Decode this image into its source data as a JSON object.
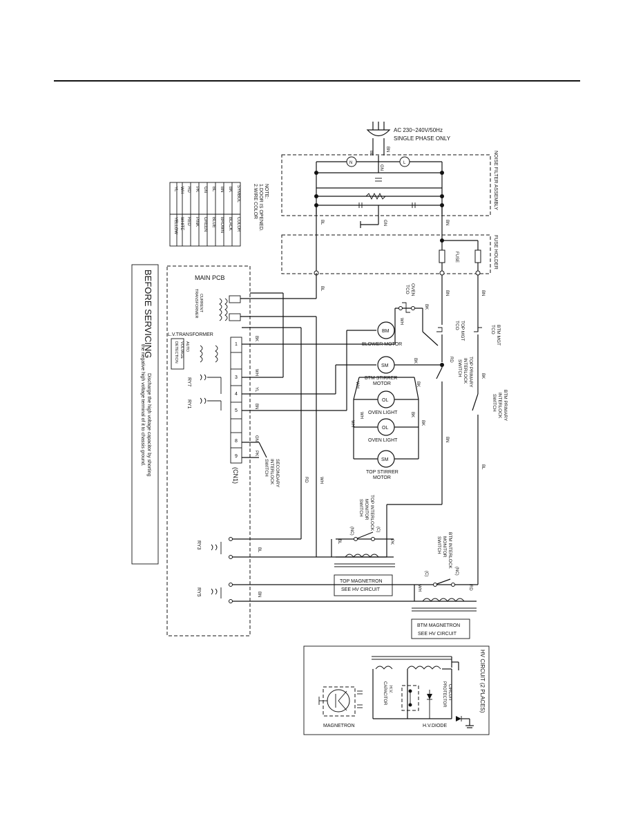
{
  "power": {
    "line1": "AC 230~240V/50Hz",
    "line2": "SINGLE PHASE ONLY"
  },
  "noise_filter": "NOISE FILTER ASSEMBLY",
  "fuse_holder": "FUSE HOLDER",
  "fuse": "FUSE",
  "wire_codes": {
    "bl": "BL",
    "bn": "BN",
    "gn": "GN",
    "bk": "BK",
    "wh": "WH",
    "yl": "YL",
    "rd": "RD",
    "pk": "PK",
    "n": "N",
    "l": "L"
  },
  "note": {
    "title": "NOTE:",
    "item1": "1.DOOR IS OPENED.",
    "item2": "2.WIRE COLOR"
  },
  "color_table": {
    "header": [
      "SYMBOL",
      "COLOR"
    ],
    "rows": [
      [
        "BK",
        "BLACK"
      ],
      [
        "BN",
        "BROWN"
      ],
      [
        "BL",
        "BLUE"
      ],
      [
        "GN",
        "GREEN"
      ],
      [
        "PK",
        "PINK"
      ],
      [
        "RD",
        "RED"
      ],
      [
        "WH",
        "WHITE"
      ],
      [
        "YL",
        "YELLOW"
      ]
    ]
  },
  "before_servicing": {
    "title": "BEFORE SERVICING",
    "line1": "Discharge the high voltage capacitor by shorting",
    "line2": "the negative high voltage terminal of it to chassis ground."
  },
  "main_pcb": "MAIN PCB",
  "current_transformer": [
    "CURRENT",
    "TRANSFORMER"
  ],
  "lv_transformer": "L.V.TRANSFORMER",
  "auto_voltage": [
    "AUTO",
    "VOLTAGE",
    "DETECTION"
  ],
  "relays": {
    "ry7": "RY7",
    "ry1": "RY1",
    "ry3": "RY3",
    "ry5": "RY5"
  },
  "cn1": "(CN1)",
  "pins": [
    "1",
    "3",
    "4",
    "5",
    "8",
    "9"
  ],
  "secondary_interlock": [
    "SECONDARY",
    "INTERLOCK",
    "SWITCH"
  ],
  "oven_tco": [
    "OVEN",
    "TCO"
  ],
  "top_mgt_tco": [
    "TOP MGT",
    "TCO"
  ],
  "btm_mgt_tco": [
    "BTM MGT",
    "TCO"
  ],
  "blower_motor": "BLOWER MOTOR",
  "bm": "BM",
  "sm": "SM",
  "ol": "OL",
  "btm_stirrer": [
    "BTM STIRRER",
    "MOTOR"
  ],
  "top_stirrer": [
    "TOP STIRRER",
    "MOTOR"
  ],
  "oven_light": "OVEN LIGHT",
  "top_primary": [
    "TOP PRIMARY",
    "INTERLOCK",
    "SWITCH"
  ],
  "btm_primary": [
    "BTM PRIMARY",
    "INTERLOCK",
    "SWITCH"
  ],
  "top_monitor": [
    "TOP INTERLOCK",
    "MONITOR",
    "SWITCH"
  ],
  "btm_monitor": [
    "BTM INTERLOCK",
    "MONITOR",
    "SWITCH"
  ],
  "nc": "(NC)",
  "c": "(C)",
  "top_magnetron": [
    "TOP MAGNETRON",
    "SEE HV CIRCUIT"
  ],
  "btm_magnetron": [
    "BTM MAGNETRON",
    "SEE HV CIRCUIT"
  ],
  "hv_circuit": {
    "title": "HV CIRCUIT (2 PLACES)",
    "capacitor": [
      "H.V.",
      "CAPACITOR"
    ],
    "protector": [
      "CIRCUIT",
      "PROTECTOR"
    ],
    "diode": "H.V.DIODE",
    "magnetron": "MAGNETRON"
  }
}
